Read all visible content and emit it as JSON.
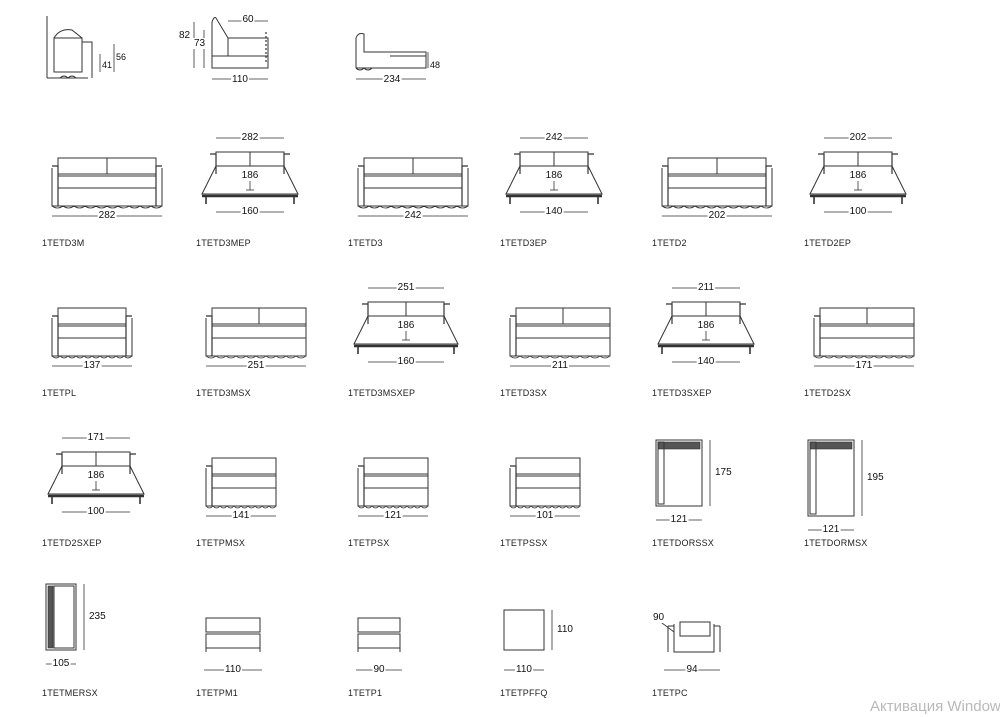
{
  "top_views": [
    {
      "name": "side-profile",
      "labels": [
        "41",
        "56"
      ]
    },
    {
      "name": "bed-side-profile",
      "labels": [
        "82",
        "73",
        "60",
        "110"
      ]
    },
    {
      "name": "bed-open-profile",
      "labels": [
        "234",
        "48"
      ]
    }
  ],
  "items": [
    {
      "code": "1TETD3M",
      "type": "sofa",
      "seats": 2,
      "width": "282"
    },
    {
      "code": "1TETD3MEP",
      "type": "bed",
      "top": "282",
      "depth": "186",
      "base": "160"
    },
    {
      "code": "1TETD3",
      "type": "sofa",
      "seats": 2,
      "width": "242"
    },
    {
      "code": "1TETD3EP",
      "type": "bed",
      "top": "242",
      "depth": "186",
      "base": "140"
    },
    {
      "code": "1TETD2",
      "type": "sofa",
      "seats": 2,
      "width": "202"
    },
    {
      "code": "1TETD2EP",
      "type": "bed",
      "top": "202",
      "depth": "186",
      "base": "100"
    },
    {
      "code": "1TETPL",
      "type": "sofa",
      "seats": 1,
      "width": "137"
    },
    {
      "code": "1TETD3MSX",
      "type": "sofa-left",
      "seats": 2,
      "width": "251"
    },
    {
      "code": "1TETD3MSXEP",
      "type": "bed-wide",
      "top": "251",
      "depth": "186",
      "base": "160"
    },
    {
      "code": "1TETD3SX",
      "type": "sofa-left",
      "seats": 2,
      "width": "211"
    },
    {
      "code": "1TETD3SXEP",
      "type": "bed",
      "top": "211",
      "depth": "186",
      "base": "140"
    },
    {
      "code": "1TETD2SX",
      "type": "sofa-left",
      "seats": 2,
      "width": "171"
    },
    {
      "code": "1TETD2SXEP",
      "type": "bed",
      "top": "171",
      "depth": "186",
      "base": "100"
    },
    {
      "code": "1TETPMSX",
      "type": "sofa-left",
      "seats": 1,
      "width": "141"
    },
    {
      "code": "1TETPSX",
      "type": "sofa-left",
      "seats": 1,
      "width": "121"
    },
    {
      "code": "1TETPSSX",
      "type": "sofa-left",
      "seats": 1,
      "width": "101"
    },
    {
      "code": "1TETDORSSX",
      "type": "plan",
      "width": "121",
      "depth": "175"
    },
    {
      "code": "1TETDORMSX",
      "type": "plan",
      "width": "121",
      "depth": "195"
    },
    {
      "code": "1TETMERSX",
      "type": "plan-tall",
      "width": "105",
      "depth": "235"
    },
    {
      "code": "1TETPM1",
      "type": "seat",
      "width": "110"
    },
    {
      "code": "1TETP1",
      "type": "seat",
      "width": "90"
    },
    {
      "code": "1TETPFFQ",
      "type": "square",
      "width": "110",
      "depth": "110"
    },
    {
      "code": "1TETPC",
      "type": "corner",
      "width": "94",
      "depth": "90"
    }
  ],
  "watermark": "Активация Windows"
}
